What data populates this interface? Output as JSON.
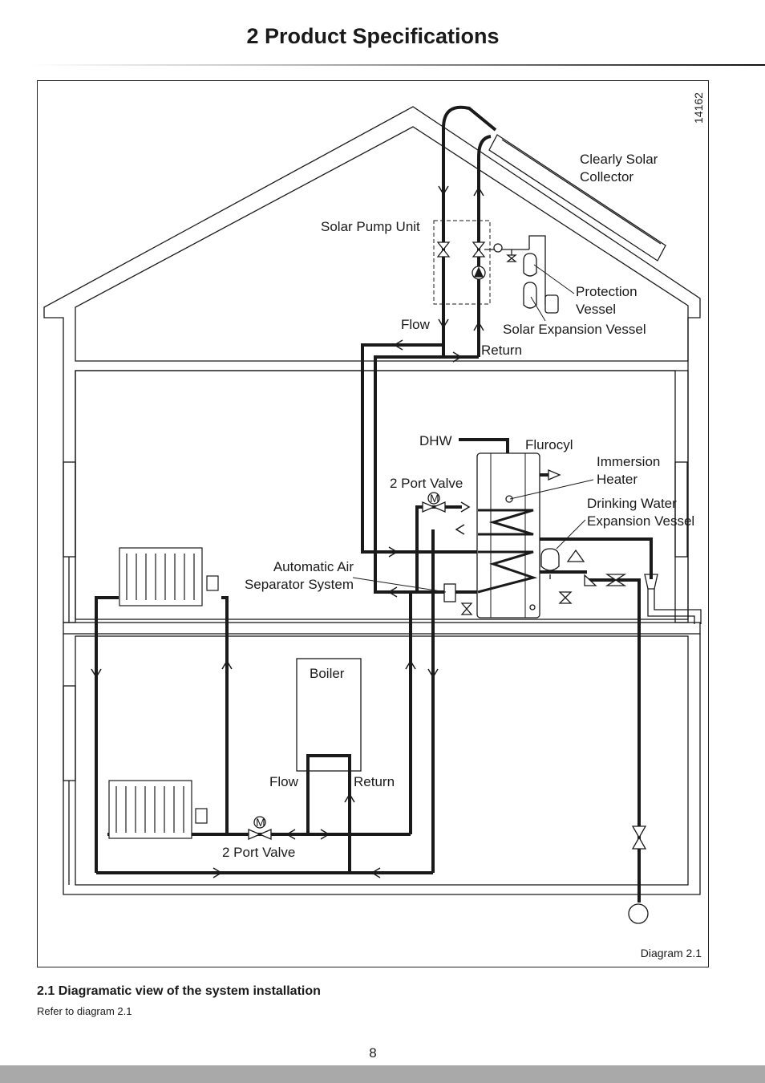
{
  "page": {
    "title": "2 Product Specifications",
    "diagram_id": "14162",
    "diagram_ref": "Diagram 2.1",
    "caption": "2.1 Diagramatic view of the system installation",
    "refer_text": "Refer to diagram 2.1",
    "page_number": "8"
  },
  "labels": {
    "solar_collector_line1": "Clearly Solar",
    "solar_collector_line2": "Collector",
    "solar_pump_unit": "Solar Pump Unit",
    "protection_line1": "Protection",
    "protection_line2": "Vessel",
    "solar_expansion_vessel": "Solar Expansion Vessel",
    "flow_solar": "Flow",
    "return_solar": "Return",
    "dhw": "DHW",
    "flurocyl": "Flurocyl",
    "immersion_line1": "Immersion",
    "immersion_line2": "Heater",
    "port_valve_upper": "2 Port Valve",
    "drinking_line1": "Drinking Water",
    "drinking_line2": "Expansion Vessel",
    "air_sep_line1": "Automatic Air",
    "air_sep_line2": "Separator System",
    "boiler": "Boiler",
    "flow_boiler": "Flow",
    "return_boiler": "Return",
    "port_valve_lower": "2 Port Valve",
    "motor_mark": "M"
  },
  "colors": {
    "line": "#1a1a1a",
    "footer": "#a9a9a9",
    "vessel_fill": "#ffffff"
  }
}
